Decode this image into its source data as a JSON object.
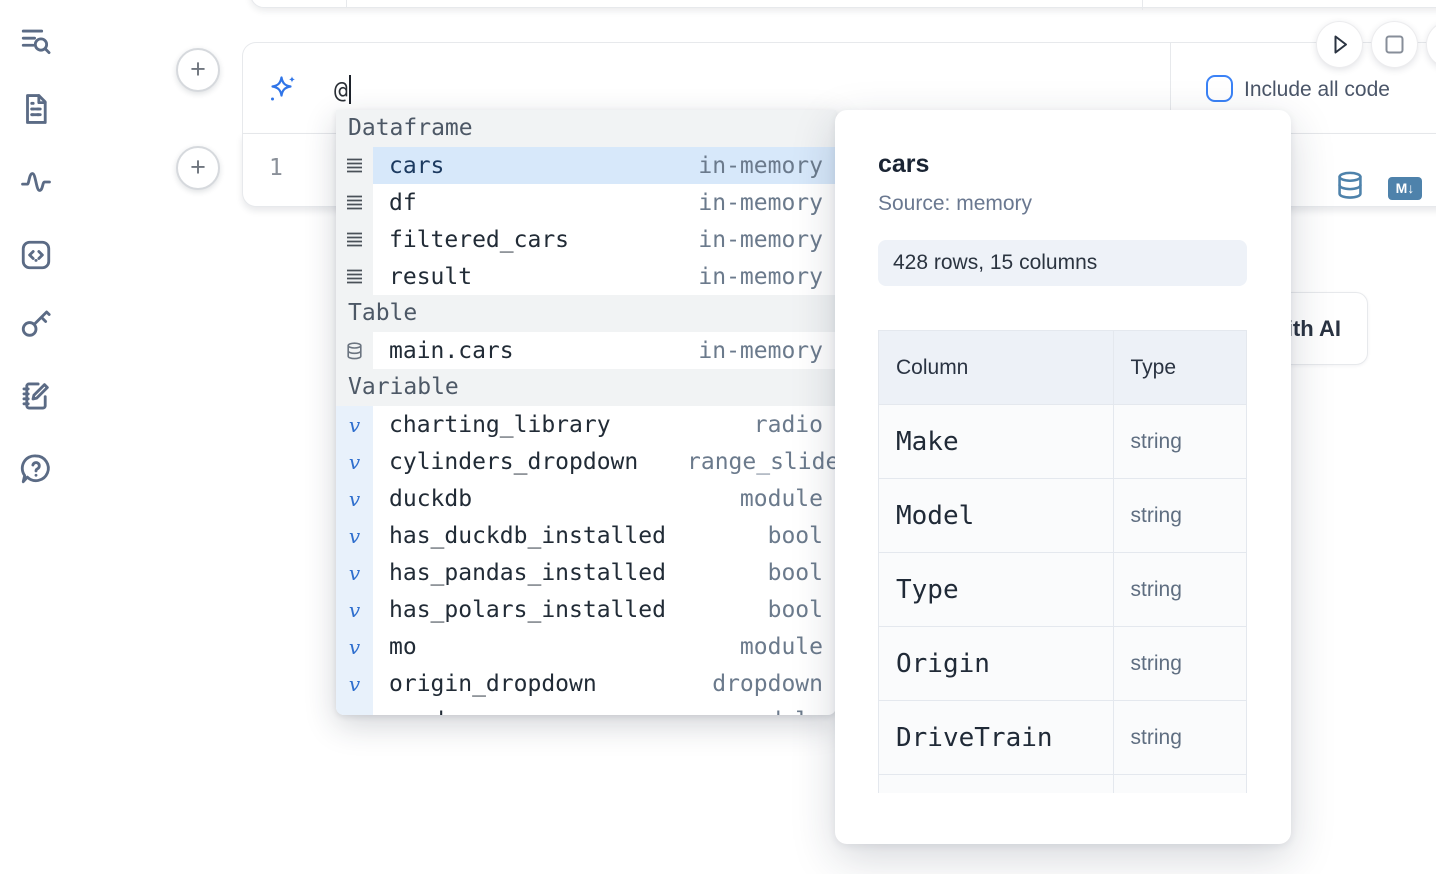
{
  "sidebar": {
    "icons": [
      "text-search-icon",
      "file-text-icon",
      "activity-icon",
      "code-box-icon",
      "key-icon",
      "notebook-pen-icon",
      "help-chat-icon"
    ]
  },
  "toolbar": {
    "run_icon": "play-icon",
    "stop_icon": "stop-icon"
  },
  "prompt": {
    "value": "@",
    "sparkle_icon": "ai-sparkle-icon",
    "include_all_code_label": "Include all code",
    "checkbox_checked": false,
    "accent_color": "#3b82f6"
  },
  "cell": {
    "line_number": "1",
    "icons": [
      "database-icon",
      "markdown-export-icon"
    ],
    "markdown_icon_text": "M↓",
    "icon_color": "#4e82ab"
  },
  "ai_button": {
    "label": "Generate with AI"
  },
  "autocomplete": {
    "selected_item": "cars",
    "selected_bg": "#d7e8fa",
    "sections": [
      {
        "label": "Dataframe",
        "items": [
          {
            "name": "cars",
            "type": "in-memory",
            "icon": "dataframe-rows-icon"
          },
          {
            "name": "df",
            "type": "in-memory",
            "icon": "dataframe-rows-icon"
          },
          {
            "name": "filtered_cars",
            "type": "in-memory",
            "icon": "dataframe-rows-icon"
          },
          {
            "name": "result",
            "type": "in-memory",
            "icon": "dataframe-rows-icon"
          }
        ]
      },
      {
        "label": "Table",
        "items": [
          {
            "name": "main.cars",
            "type": "in-memory",
            "icon": "database-icon"
          }
        ]
      },
      {
        "label": "Variable",
        "items": [
          {
            "name": "charting_library",
            "type": "radio",
            "icon": "variable-v-icon"
          },
          {
            "name": "cylinders_dropdown",
            "type": "range_slider",
            "icon": "variable-v-icon"
          },
          {
            "name": "duckdb",
            "type": "module",
            "icon": "variable-v-icon"
          },
          {
            "name": "has_duckdb_installed",
            "type": "bool",
            "icon": "variable-v-icon"
          },
          {
            "name": "has_pandas_installed",
            "type": "bool",
            "icon": "variable-v-icon"
          },
          {
            "name": "has_polars_installed",
            "type": "bool",
            "icon": "variable-v-icon"
          },
          {
            "name": "mo",
            "type": "module",
            "icon": "variable-v-icon"
          },
          {
            "name": "origin_dropdown",
            "type": "dropdown",
            "icon": "variable-v-icon"
          },
          {
            "name": "pandas",
            "type": "module",
            "icon": "variable-v-icon"
          }
        ]
      }
    ]
  },
  "preview": {
    "title": "cars",
    "source": "Source: memory",
    "shape": "428 rows, 15 columns",
    "table": {
      "headers": [
        "Column",
        "Type"
      ],
      "rows": [
        [
          "Make",
          "string"
        ],
        [
          "Model",
          "string"
        ],
        [
          "Type",
          "string"
        ],
        [
          "Origin",
          "string"
        ],
        [
          "DriveTrain",
          "string"
        ]
      ]
    }
  },
  "variable_glyph": "v"
}
